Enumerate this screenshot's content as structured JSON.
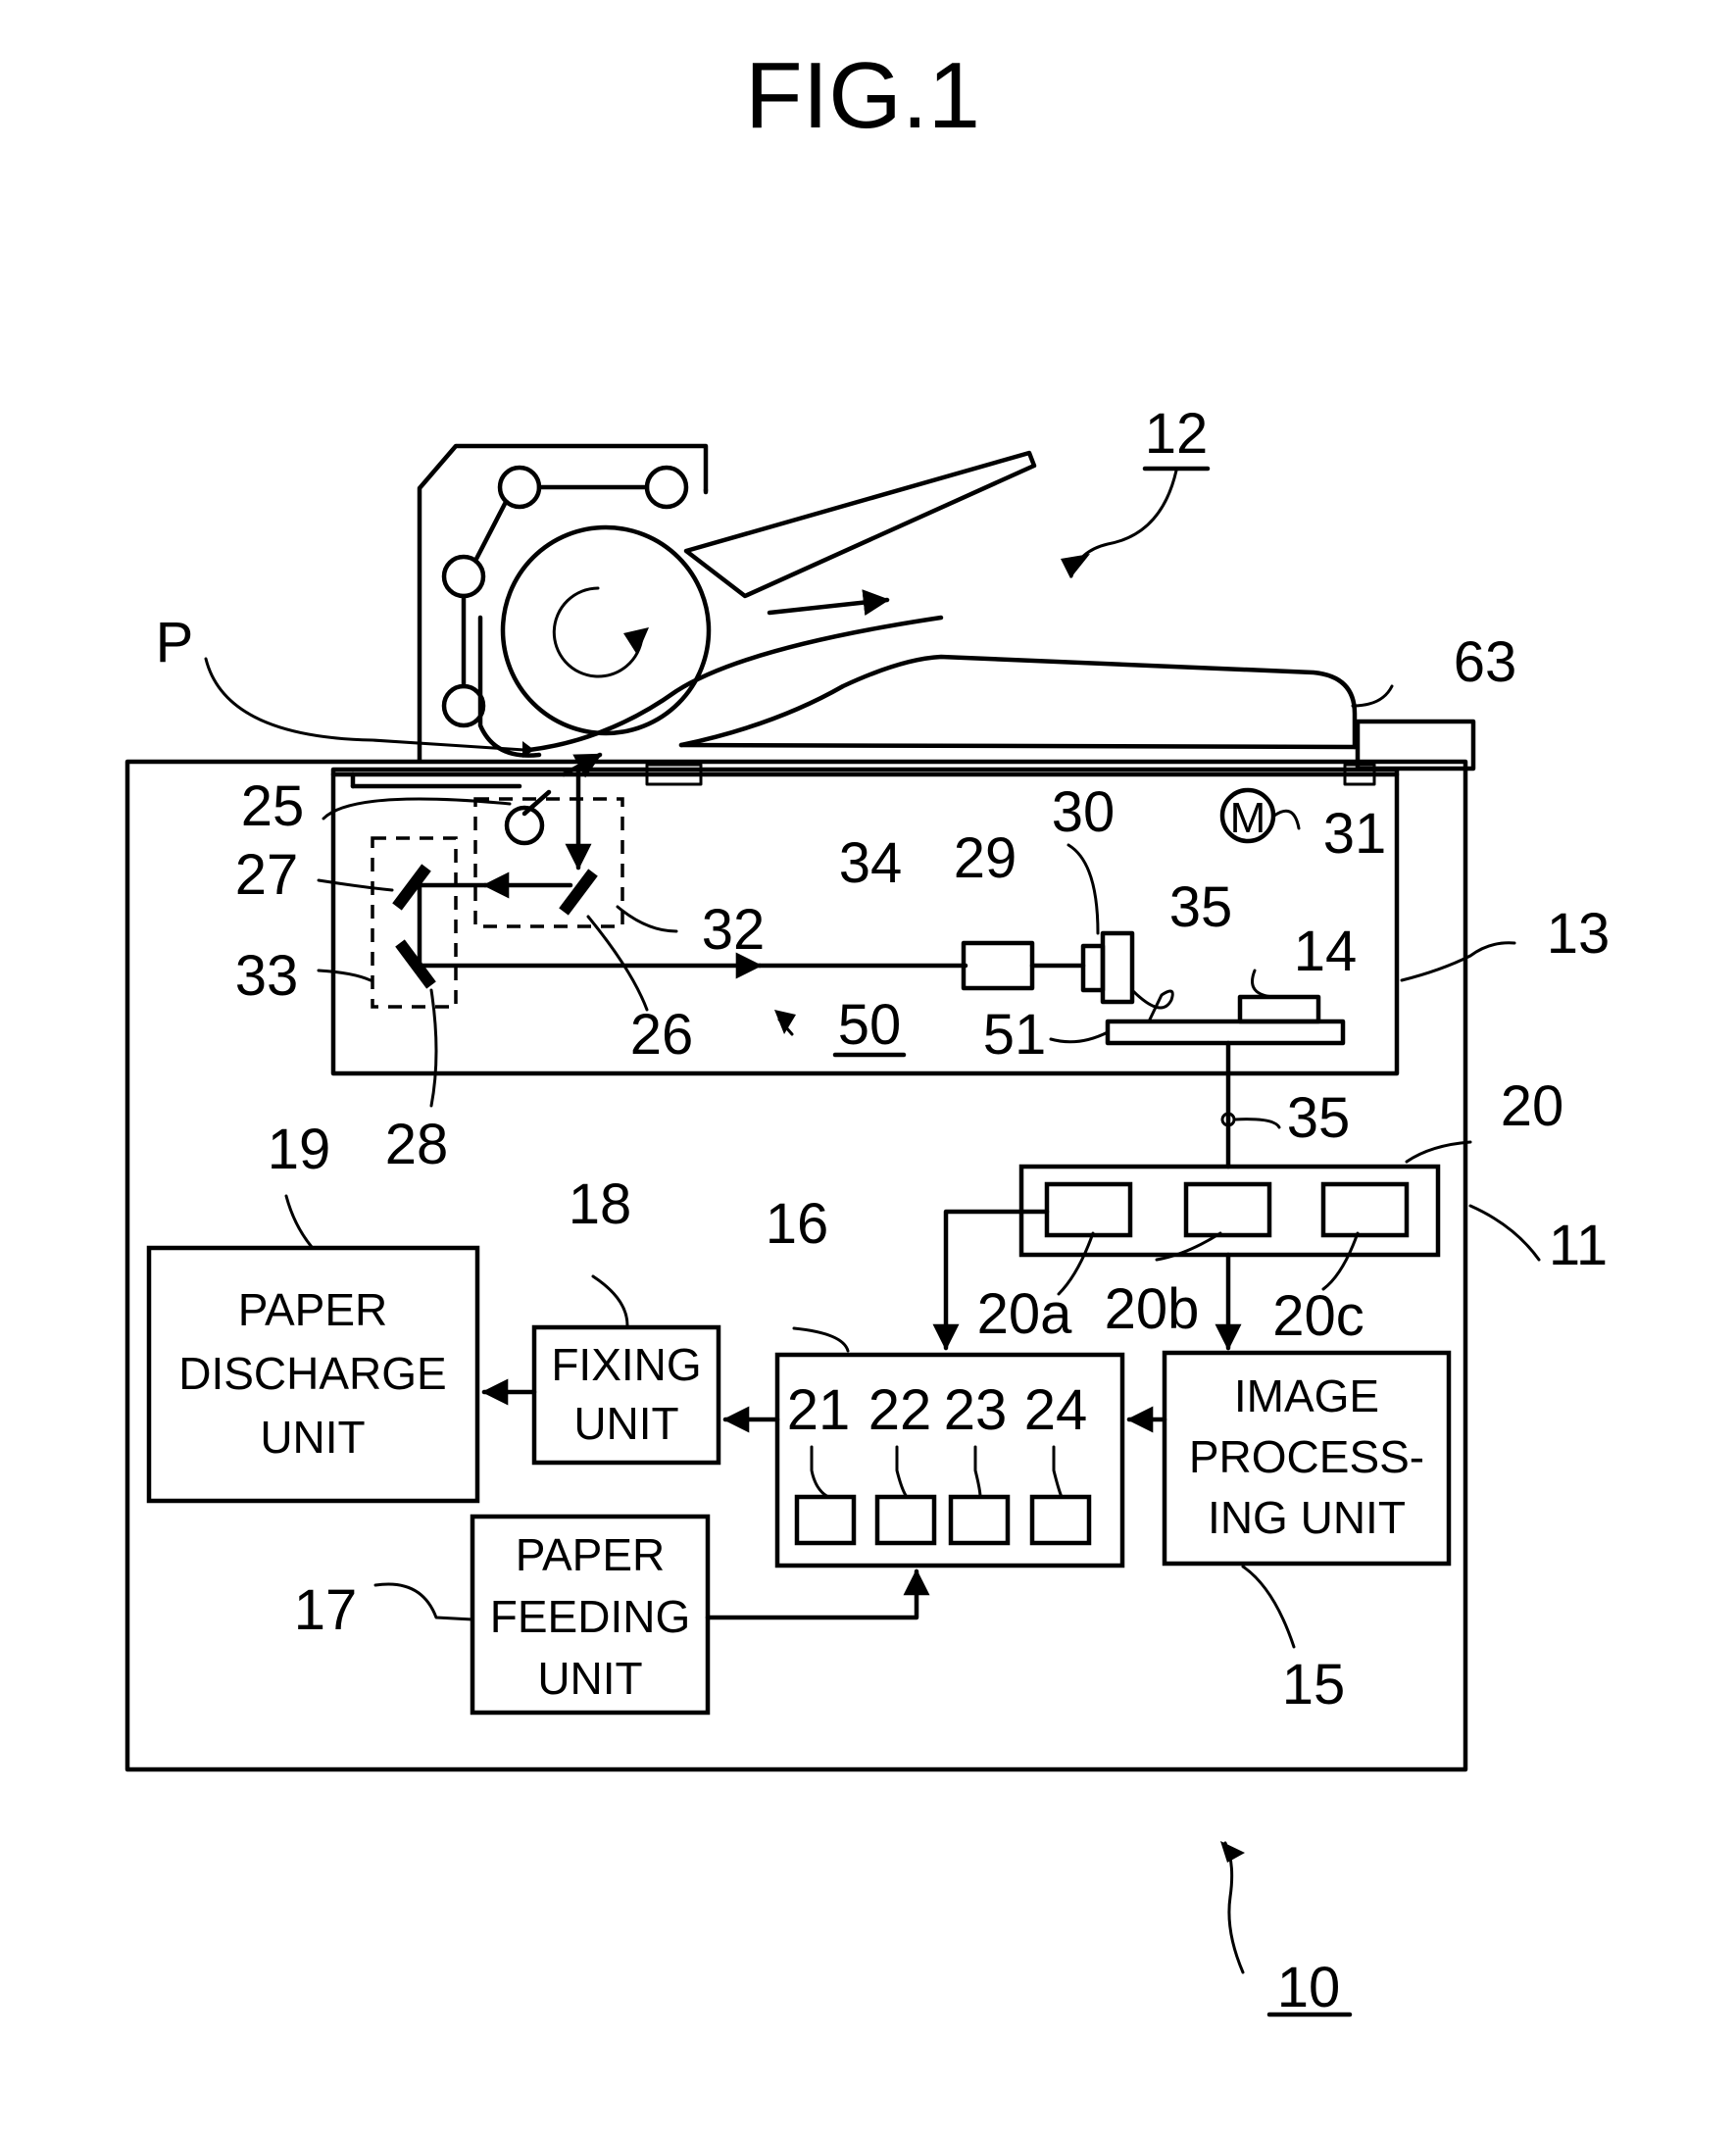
{
  "figure": {
    "title": "FIG.1"
  },
  "refs": {
    "r10": "10",
    "r11": "11",
    "r12": "12",
    "r13": "13",
    "r14": "14",
    "r15": "15",
    "r16": "16",
    "r17": "17",
    "r18": "18",
    "r19": "19",
    "r20": "20",
    "r20a": "20a",
    "r20b": "20b",
    "r20c": "20c",
    "r21": "21",
    "r22": "22",
    "r23": "23",
    "r24": "24",
    "r25": "25",
    "r26": "26",
    "r27": "27",
    "r28": "28",
    "r29": "29",
    "r30": "30",
    "r31": "31",
    "r32": "32",
    "r33": "33",
    "r34": "34",
    "r35a": "35",
    "r35b": "35",
    "r50": "50",
    "r51": "51",
    "r63": "63",
    "rP": "P",
    "motor": "M"
  },
  "blocks": {
    "paper_discharge": [
      "PAPER",
      "DISCHARGE",
      "UNIT"
    ],
    "fixing": [
      "FIXING",
      "UNIT"
    ],
    "paper_feeding": [
      "PAPER",
      "FEEDING",
      "UNIT"
    ],
    "image_processing": [
      "IMAGE",
      "PROCESS-",
      "ING  UNIT"
    ]
  }
}
